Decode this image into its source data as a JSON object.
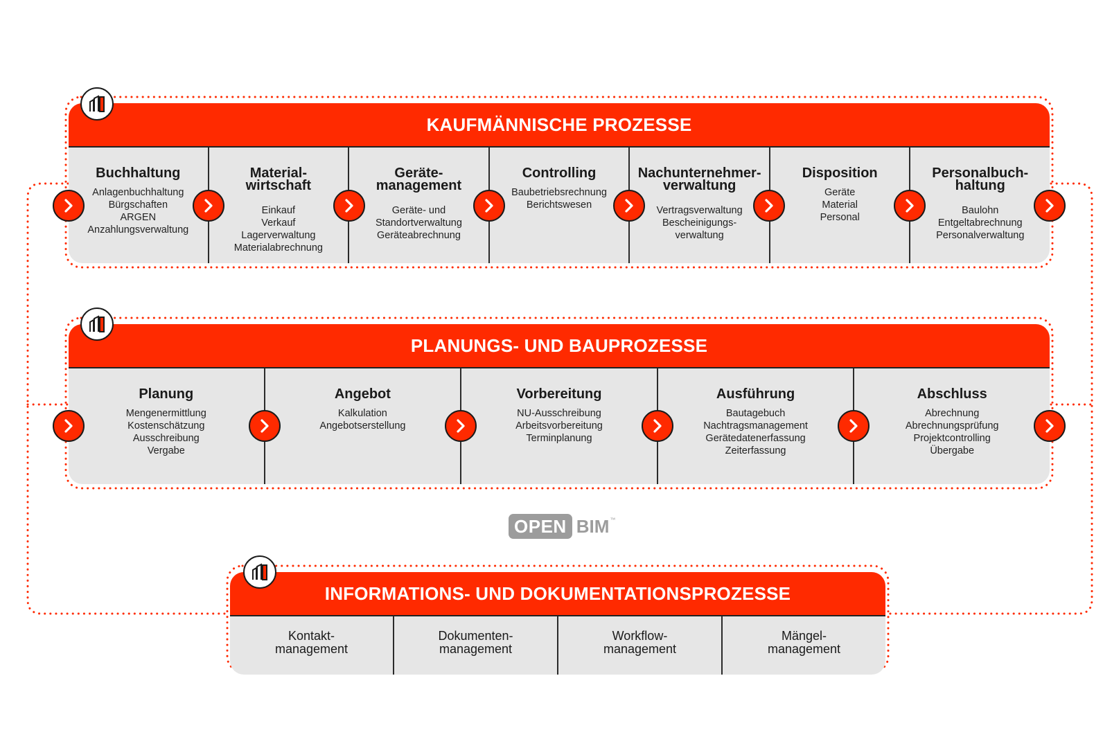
{
  "colors": {
    "accent": "#ff2a00",
    "panel": "#e6e6e6",
    "dots": "#ff2a00",
    "logo_gray": "#9c9c9c"
  },
  "icons": {
    "arrow": "chevron-right-icon",
    "badge": "building-icon"
  },
  "sections": {
    "kaufmaennisch": {
      "title": "KAUFMÄNNISCHE PROZESSE",
      "columns": [
        {
          "title_lines": [
            "Buchhaltung"
          ],
          "items": [
            "Anlagenbuchhaltung",
            "Bürgschaften",
            "ARGEN",
            "Anzahlungsverwaltung"
          ]
        },
        {
          "title_lines": [
            "Material-",
            "wirtschaft"
          ],
          "items": [
            "Einkauf",
            "Verkauf",
            "Lagerverwaltung",
            "Materialabrechnung"
          ]
        },
        {
          "title_lines": [
            "Geräte-",
            "management"
          ],
          "items": [
            "Geräte- und",
            "Standortverwaltung",
            "Geräteabrechnung"
          ]
        },
        {
          "title_lines": [
            "Controlling"
          ],
          "items": [
            "Baubetriebsrechnung",
            "Berichtswesen"
          ]
        },
        {
          "title_lines": [
            "Nachunternehmer-",
            "verwaltung"
          ],
          "items": [
            "Vertragsverwaltung",
            "Bescheinigungs-",
            "verwaltung"
          ]
        },
        {
          "title_lines": [
            "Disposition"
          ],
          "items": [
            "Geräte",
            "Material",
            "Personal"
          ]
        },
        {
          "title_lines": [
            "Personalbuch-",
            "haltung"
          ],
          "items": [
            "Baulohn",
            "Entgeltabrechnung",
            "Personalverwaltung"
          ]
        }
      ]
    },
    "planung": {
      "title": "PLANUNGS- UND BAUPROZESSE",
      "columns": [
        {
          "title_lines": [
            "Planung"
          ],
          "items": [
            "Mengenermittlung",
            "Kostenschätzung",
            "Ausschreibung",
            "Vergabe"
          ]
        },
        {
          "title_lines": [
            "Angebot"
          ],
          "items": [
            "Kalkulation",
            "Angebotserstellung"
          ]
        },
        {
          "title_lines": [
            "Vorbereitung"
          ],
          "items": [
            "NU-Ausschreibung",
            "Arbeitsvorbereitung",
            "Terminplanung"
          ]
        },
        {
          "title_lines": [
            "Ausführung"
          ],
          "items": [
            "Bautagebuch",
            "Nachtragsmanagement",
            "Gerätedatenerfassung",
            "Zeiterfassung"
          ]
        },
        {
          "title_lines": [
            "Abschluss"
          ],
          "items": [
            "Abrechnung",
            "Abrechnungsprüfung",
            "Projektcontrolling",
            "Übergabe"
          ]
        }
      ]
    },
    "information": {
      "title": "INFORMATIONS- UND DOKUMENTATIONSPROZESSE",
      "columns": [
        {
          "title_lines": [
            "Kontakt-",
            "management"
          ]
        },
        {
          "title_lines": [
            "Dokumenten-",
            "management"
          ]
        },
        {
          "title_lines": [
            "Workflow-",
            "management"
          ]
        },
        {
          "title_lines": [
            "Mängel-",
            "management"
          ]
        }
      ]
    }
  },
  "logo": {
    "open": "OPEN",
    "bim": "BIM",
    "tm": "™"
  }
}
